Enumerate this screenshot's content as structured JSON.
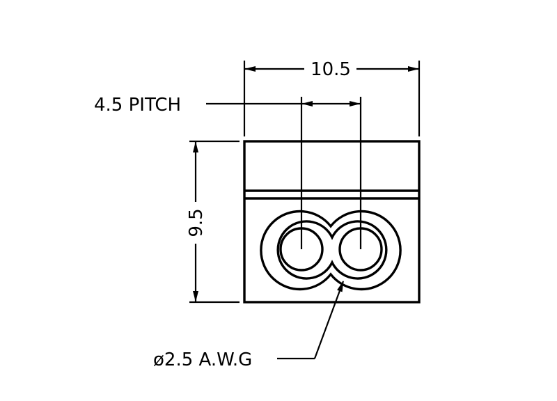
{
  "dimensions": {
    "width_label": "10.5",
    "pitch_label": "4.5 PITCH",
    "height_label": "9.5",
    "wire_label": "ø2.5 A.W.G"
  },
  "colors": {
    "ink": "#000000",
    "background": "#ffffff"
  }
}
